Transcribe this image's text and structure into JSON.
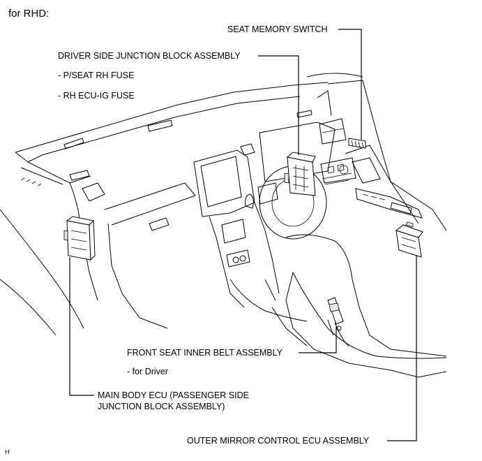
{
  "title": "for RHD:",
  "figure_code": "H",
  "callouts": {
    "seat_memory_switch": "SEAT MEMORY SWITCH",
    "driver_side_jb": {
      "name": "DRIVER SIDE JUNCTION BLOCK ASSEMBLY",
      "items": [
        "- P/SEAT RH FUSE",
        "- RH ECU-IG FUSE"
      ]
    },
    "front_seat_inner_belt": {
      "name": "FRONT SEAT INNER BELT ASSEMBLY",
      "note": "- for Driver"
    },
    "main_body_ecu": {
      "line1": "MAIN BODY ECU (PASSENGER SIDE",
      "line2": "JUNCTION BLOCK ASSEMBLY)"
    },
    "outer_mirror_ecu": "OUTER MIRROR CONTROL ECU ASSEMBLY"
  }
}
